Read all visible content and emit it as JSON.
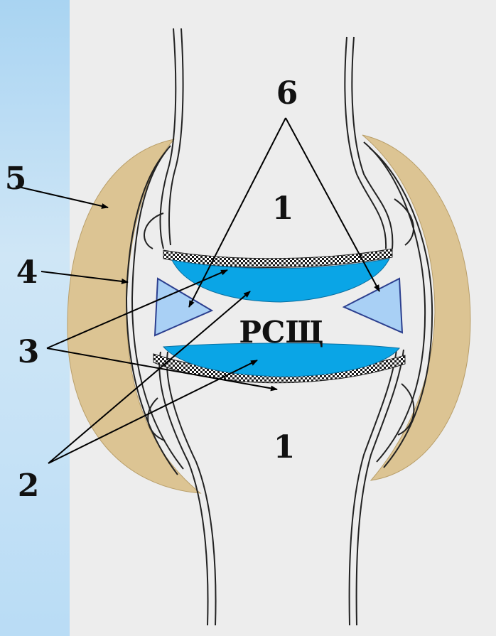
{
  "labels": {
    "bone_top": "1",
    "bone_bottom": "1",
    "cartilage": "2",
    "subchondral": "3",
    "membrane": "4",
    "capsule": "5",
    "menisci": "6",
    "joint_space": "РСЩ"
  },
  "colors": {
    "side_panel": "#bfe0f6",
    "background": "#ededed",
    "capsule_fill": "#dcc493",
    "cartilage_fill": "#0aa5e6",
    "meniscus_fill": "#a9d0f5",
    "outline": "#222222"
  }
}
